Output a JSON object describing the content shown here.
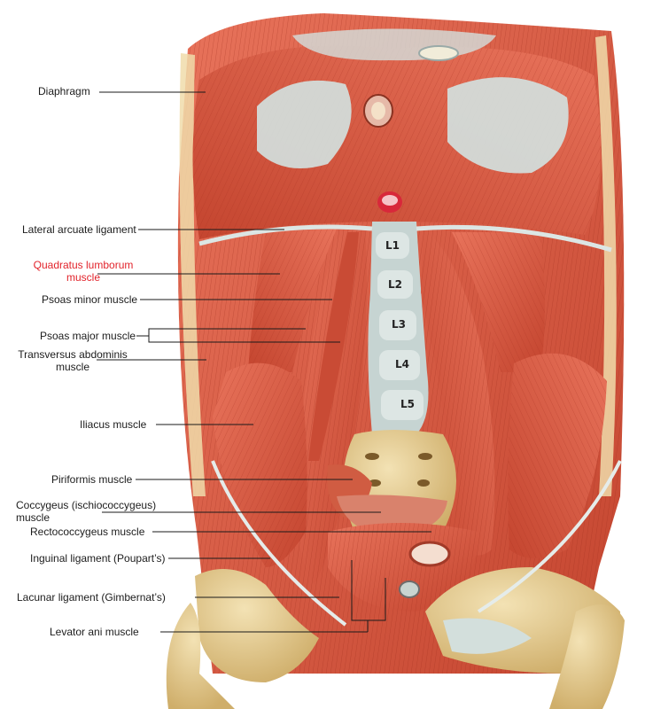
{
  "figure": {
    "labels": {
      "diaphragm": "Diaphragm",
      "lateral_arcuate": "Lateral arcuate ligament",
      "quadratus_line1": "Quadratus lumborum",
      "quadratus_line2": "muscle",
      "psoas_minor": "Psoas minor muscle",
      "psoas_major": "Psoas major muscle",
      "transversus_line1": "Transversus abdominis",
      "transversus_line2": "muscle",
      "iliacus": "Iliacus muscle",
      "piriformis": "Piriformis muscle",
      "coccygeus_line1": "Coccygeus (ischiococcygeus)",
      "coccygeus_line2": "muscle",
      "rectococcygeus": "Rectococcygeus muscle",
      "inguinal": "Inguinal ligament (Poupart’s)",
      "lacunar": "Lacunar ligament (Gimbernat’s)",
      "levator": "Levator ani muscle"
    },
    "vertebrae": [
      "L1",
      "L2",
      "L3",
      "L4",
      "L5"
    ],
    "colors": {
      "highlight": "#e2232b",
      "muscle": "#d9573f",
      "muscle_dark": "#b83a28",
      "fascia": "#c9d8d6",
      "bone": "#e6cf97"
    }
  }
}
